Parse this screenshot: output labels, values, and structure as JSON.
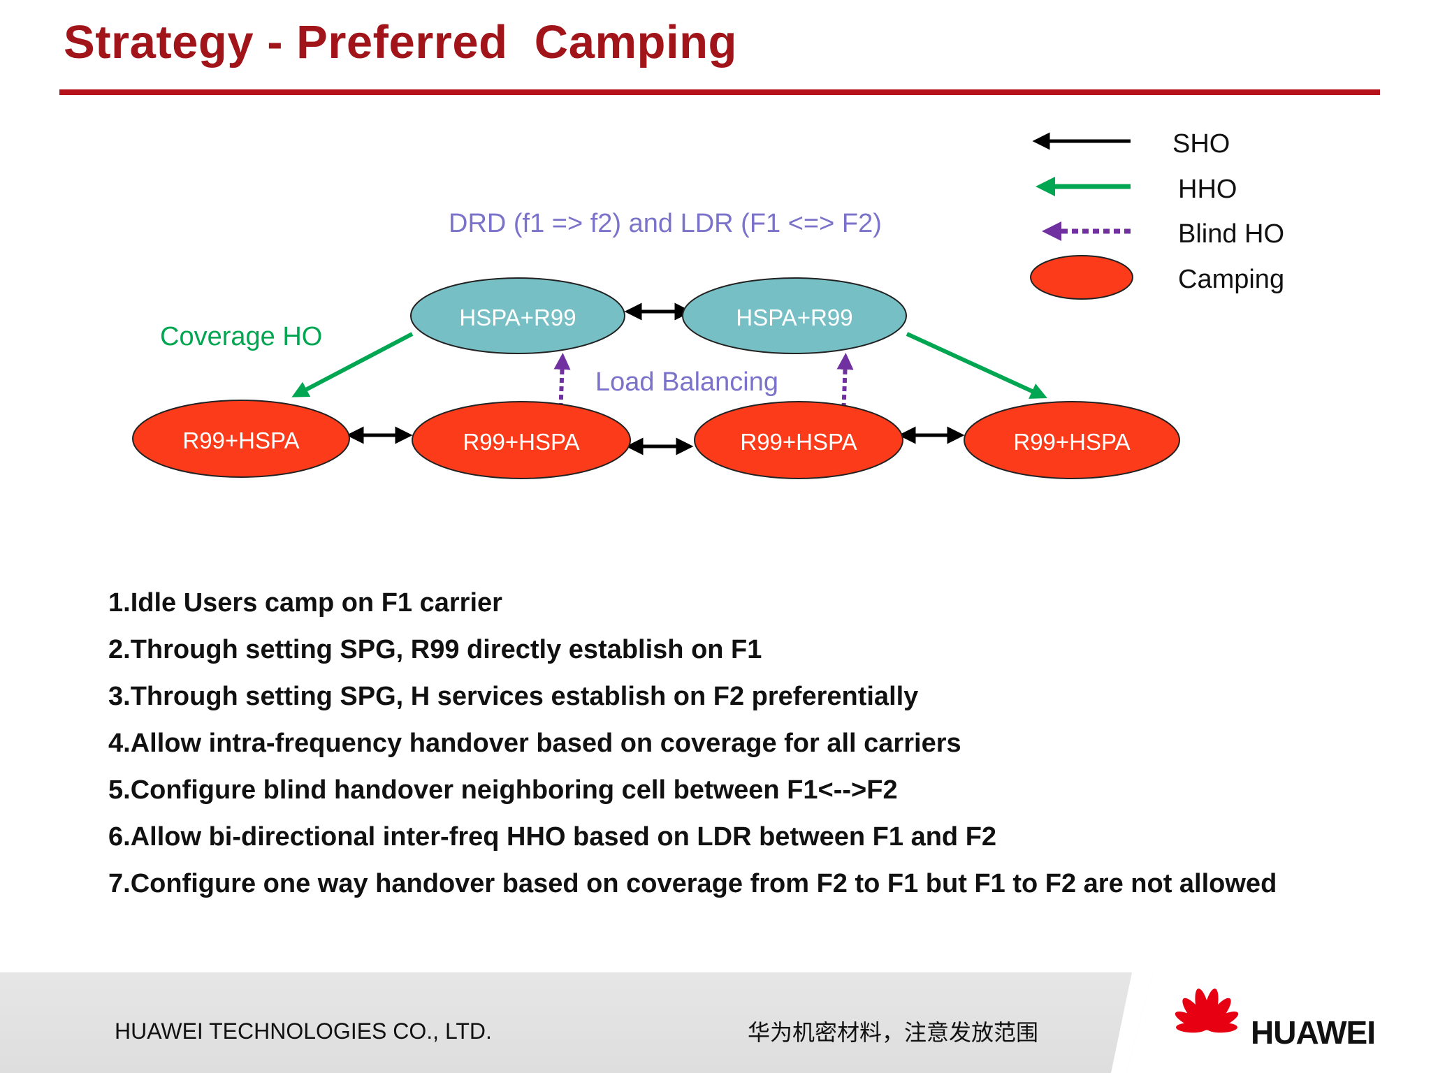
{
  "title": "Strategy - Preferred  Camping",
  "colors": {
    "title": "#a11419",
    "rule": "#b5121b",
    "teal_node": "#76bfc4",
    "red_node": "#fb3b1a",
    "sho_arrow": "#000000",
    "hho_arrow": "#00a651",
    "blind_ho_arrow": "#7030a0",
    "annotation_purple": "#7b73c9",
    "annotation_green": "#00a651"
  },
  "legend": {
    "items": [
      {
        "label": "SHO",
        "icon": "black-arrow-icon"
      },
      {
        "label": "HHO",
        "icon": "green-arrow-icon"
      },
      {
        "label": "Blind HO",
        "icon": "purple-dotted-arrow-icon"
      },
      {
        "label": "Camping",
        "icon": "red-ellipse-icon"
      }
    ]
  },
  "diagram": {
    "top_label": "DRD (f1 => f2) and LDR  (F1 <=> F2)",
    "coverage_label": "Coverage HO",
    "load_label": "Load Balancing",
    "top_nodes": [
      "HSPA+R99",
      "HSPA+R99"
    ],
    "bottom_nodes": [
      "R99+HSPA",
      "R99+HSPA",
      "R99+HSPA",
      "R99+HSPA"
    ]
  },
  "bullets": [
    "1.Idle Users camp on F1 carrier",
    "2.Through setting SPG, R99 directly establish on F1",
    "3.Through setting SPG, H services establish on F2 preferentially",
    "4.Allow intra-frequency handover based on coverage for all carriers",
    "5.Configure blind handover neighboring cell between F1<-->F2",
    "6.Allow bi-directional inter-freq HHO based on LDR between F1 and F2",
    "7.Configure one way handover based on coverage from F2 to F1 but F1 to F2 are not allowed"
  ],
  "footer": {
    "company": "HUAWEI TECHNOLOGIES CO., LTD.",
    "notice": "华为机密材料，注意发放范围",
    "logo_text": "HUAWEI",
    "logo_icon": "huawei-petal-logo-icon"
  }
}
